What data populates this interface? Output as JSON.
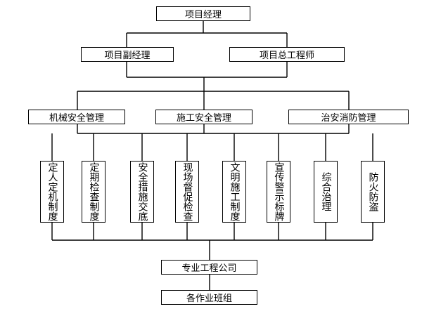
{
  "top": "项目经理",
  "deputies": [
    "项目副经理",
    "项目总工程师"
  ],
  "departments": [
    "机械安全管理",
    "施工安全管理",
    "治安消防管理"
  ],
  "measures": [
    "定人定机制度",
    "定期检查制度",
    "安全措施交底",
    "现场督促检查",
    "文明施工制度",
    "宣传警示标牌",
    "综合治理",
    "防火防盗"
  ],
  "company": "专业工程公司",
  "teams": "各作业班组"
}
